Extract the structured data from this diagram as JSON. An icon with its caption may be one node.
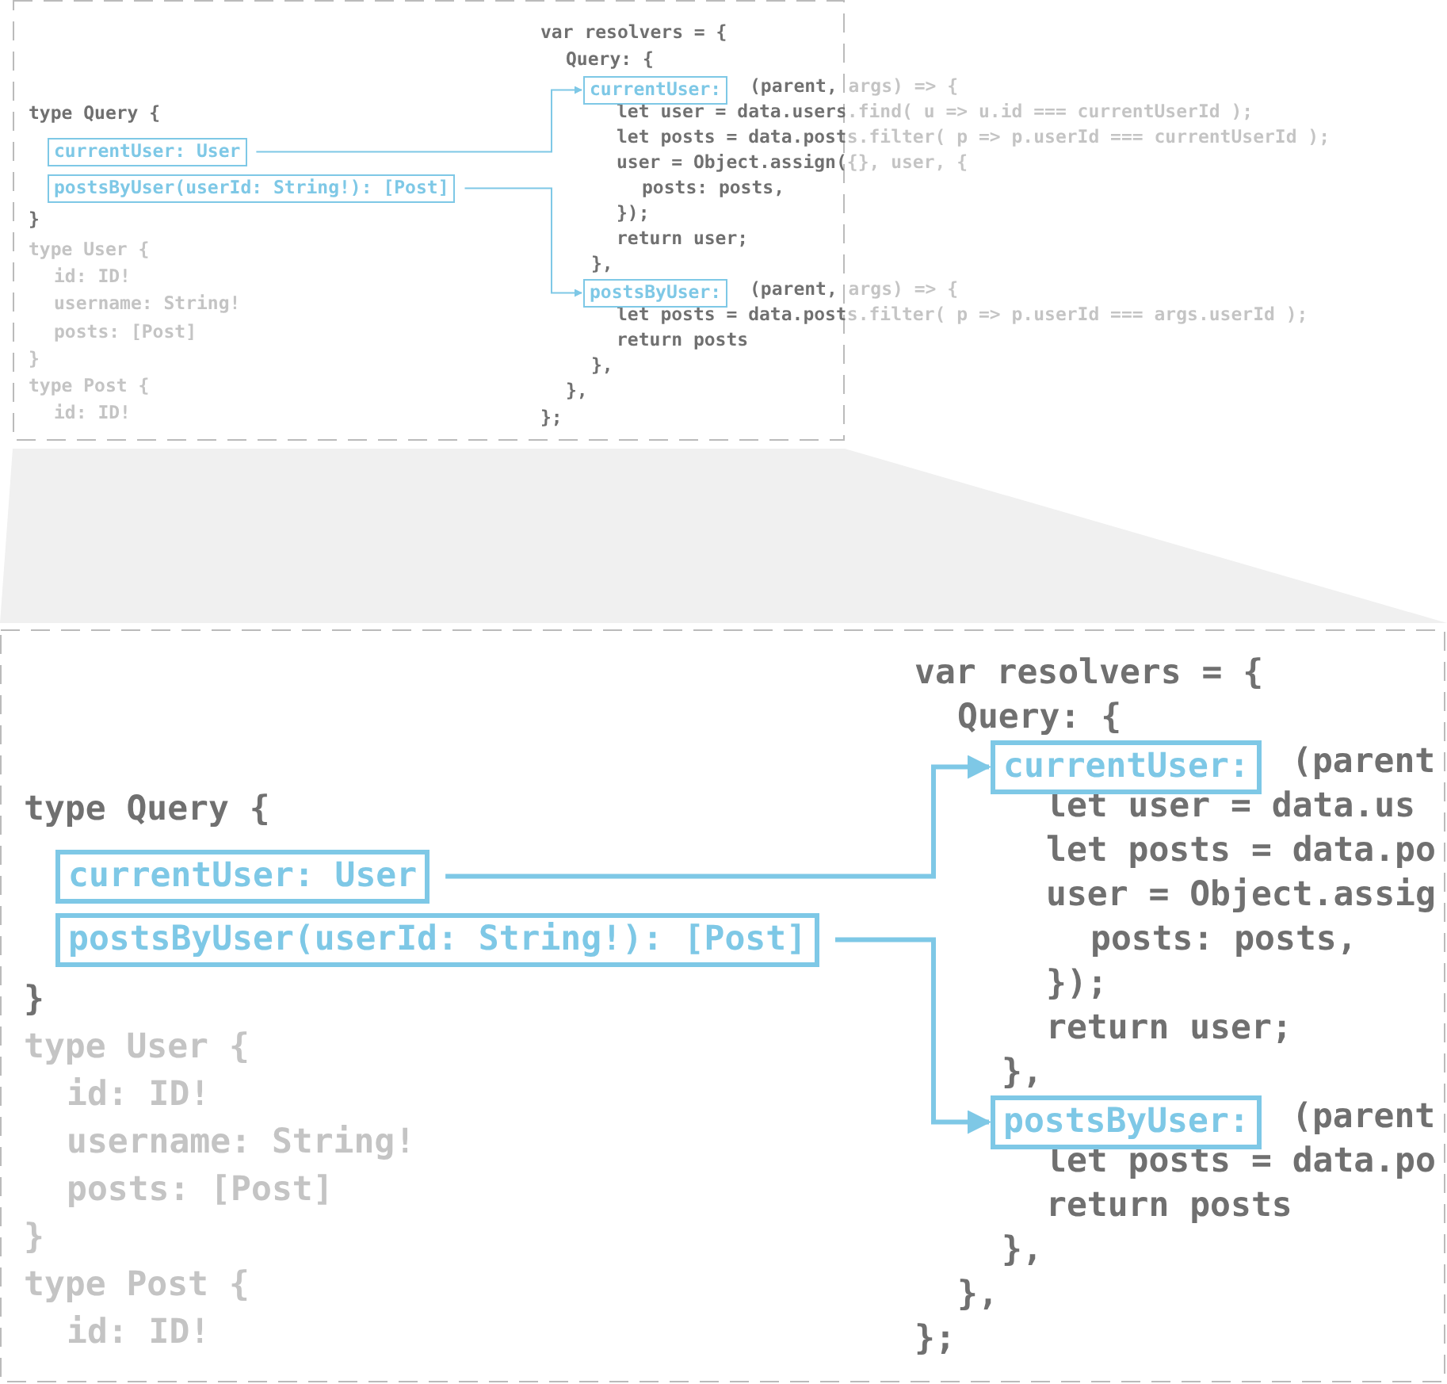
{
  "diagram": {
    "nodes": [
      {
        "text": [
          "currentUser: User"
        ]
      },
      {
        "text": [
          "postsByUser(userId: String!): [Post]"
        ]
      },
      {
        "text": [
          "currentUser:"
        ]
      },
      {
        "text": [
          "postsByUser:"
        ]
      },
      {
        "text": [
          "currentUser: User"
        ]
      },
      {
        "text": [
          "postsByUser(userId: String!): [Post]"
        ]
      },
      {
        "text": [
          "currentUser:"
        ]
      },
      {
        "text": [
          "postsByUser:"
        ]
      }
    ],
    "edges": [
      {
        "from": 0,
        "to": 2,
        "arrow": "to"
      },
      {
        "from": 1,
        "to": 3,
        "arrow": "to"
      },
      {
        "from": 4,
        "to": 6,
        "arrow": "to",
        "style": "thick"
      },
      {
        "from": 5,
        "to": 7,
        "arrow": "to",
        "style": "thick"
      }
    ],
    "labels": [
      "type Query {",
      "}",
      "type User {",
      "id: ID!",
      "username: String!",
      "posts: [Post]",
      "}",
      "type Post {",
      "id: ID!",
      "var resolvers = {",
      "Query: {",
      "(parent, args) => {",
      "let user = data.users.find( u => u.id === currentUserId );",
      "let posts = data.posts.filter( p => p.userId === currentUserId );",
      "user = Object.assign({}, user, {",
      "posts: posts,",
      "});",
      "return user;",
      "},",
      "(parent, args) => {",
      "let posts = data.posts.filter( p => p.userId === args.userId );",
      "return posts",
      "},",
      "},",
      "};",
      "type Query {",
      "}",
      "type User {",
      "id: ID!",
      "username: String!",
      "posts: [Post]",
      "}",
      "type Post {",
      "id: ID!",
      "var resolvers = {",
      "Query: {",
      "(parent",
      "let user = data.us",
      "let posts = data.po",
      "user = Object.assig",
      "posts: posts,",
      "});",
      "return user;",
      "},",
      "(parent",
      "let posts = data.po",
      "return posts",
      "},",
      "},",
      "};"
    ]
  }
}
